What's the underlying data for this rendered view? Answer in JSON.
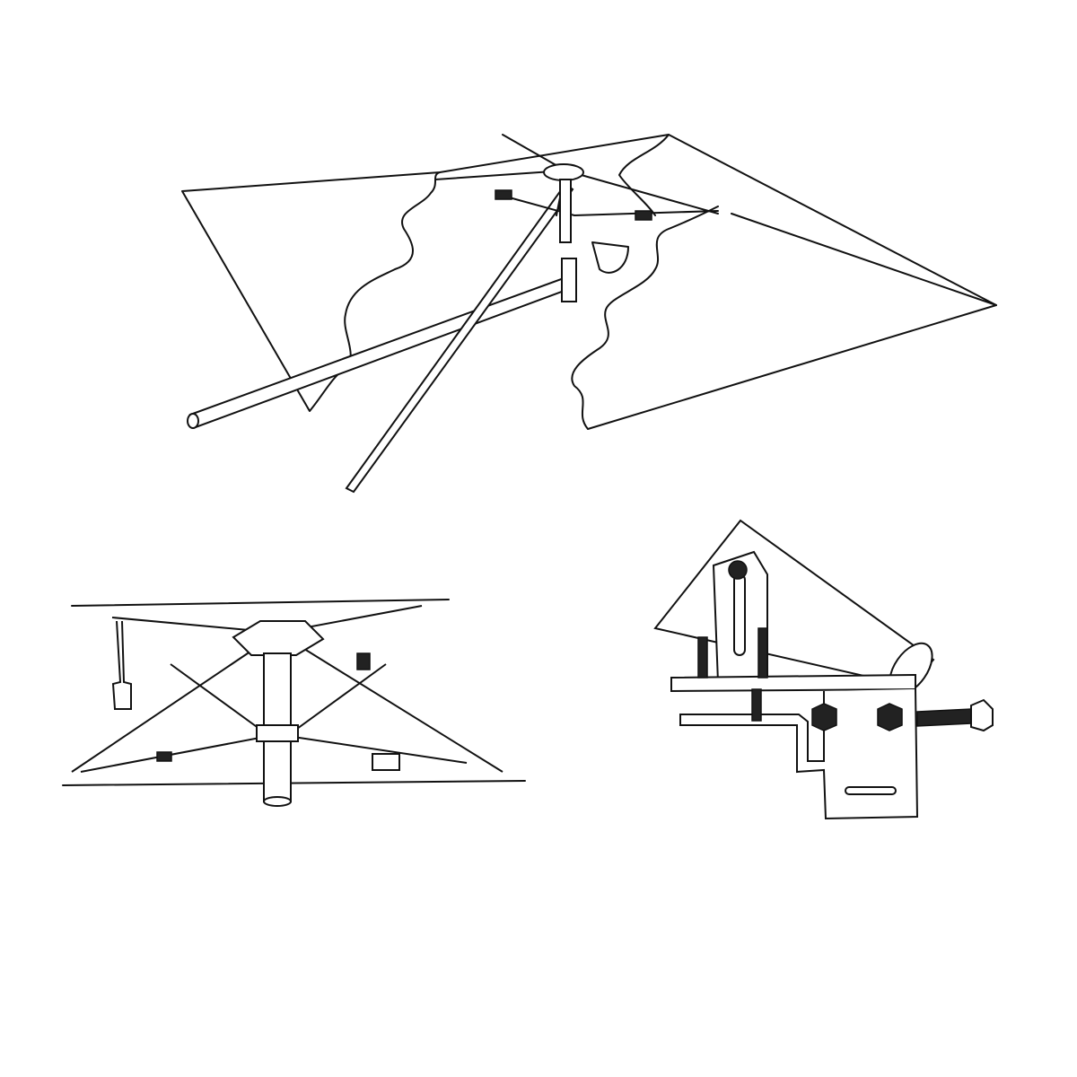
{
  "colors": {
    "line": "#111111",
    "background": "#ffffff"
  },
  "figures": [
    "canopy-assembly",
    "spreader-hub-assembly",
    "mounting-bracket"
  ]
}
